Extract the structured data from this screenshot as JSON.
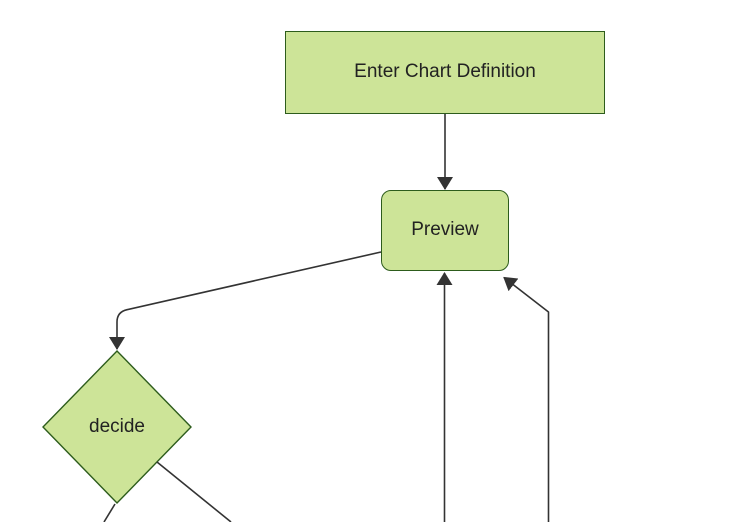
{
  "diagram": {
    "type": "flowchart",
    "direction": "top-down",
    "background": "#ffffff",
    "nodes": {
      "enter_chart_definition": {
        "label": "Enter Chart Definition",
        "shape": "rectangle"
      },
      "preview": {
        "label": "Preview",
        "shape": "rounded-rectangle"
      },
      "decide": {
        "label": "decide",
        "shape": "diamond"
      }
    },
    "edges": [
      {
        "from": "enter_chart_definition",
        "to": "preview",
        "arrowhead": true
      },
      {
        "from": "preview",
        "to": "decide",
        "arrowhead": true,
        "style": "elbow"
      },
      {
        "from": "decide",
        "to": "offscreen-bottom-left",
        "arrowhead": false
      },
      {
        "from": "decide",
        "to": "offscreen-bottom-right",
        "arrowhead": false
      },
      {
        "from": "offscreen-bottom",
        "to": "preview",
        "arrowhead": true
      },
      {
        "from": "offscreen-bottom-right",
        "to": "preview",
        "arrowhead": true,
        "style": "elbow"
      }
    ],
    "colors": {
      "node_fill": "#cde498",
      "node_border": "#2d5c1c",
      "edge_line": "#333333",
      "arrowhead": "#333333",
      "label_text": "#222222"
    }
  }
}
